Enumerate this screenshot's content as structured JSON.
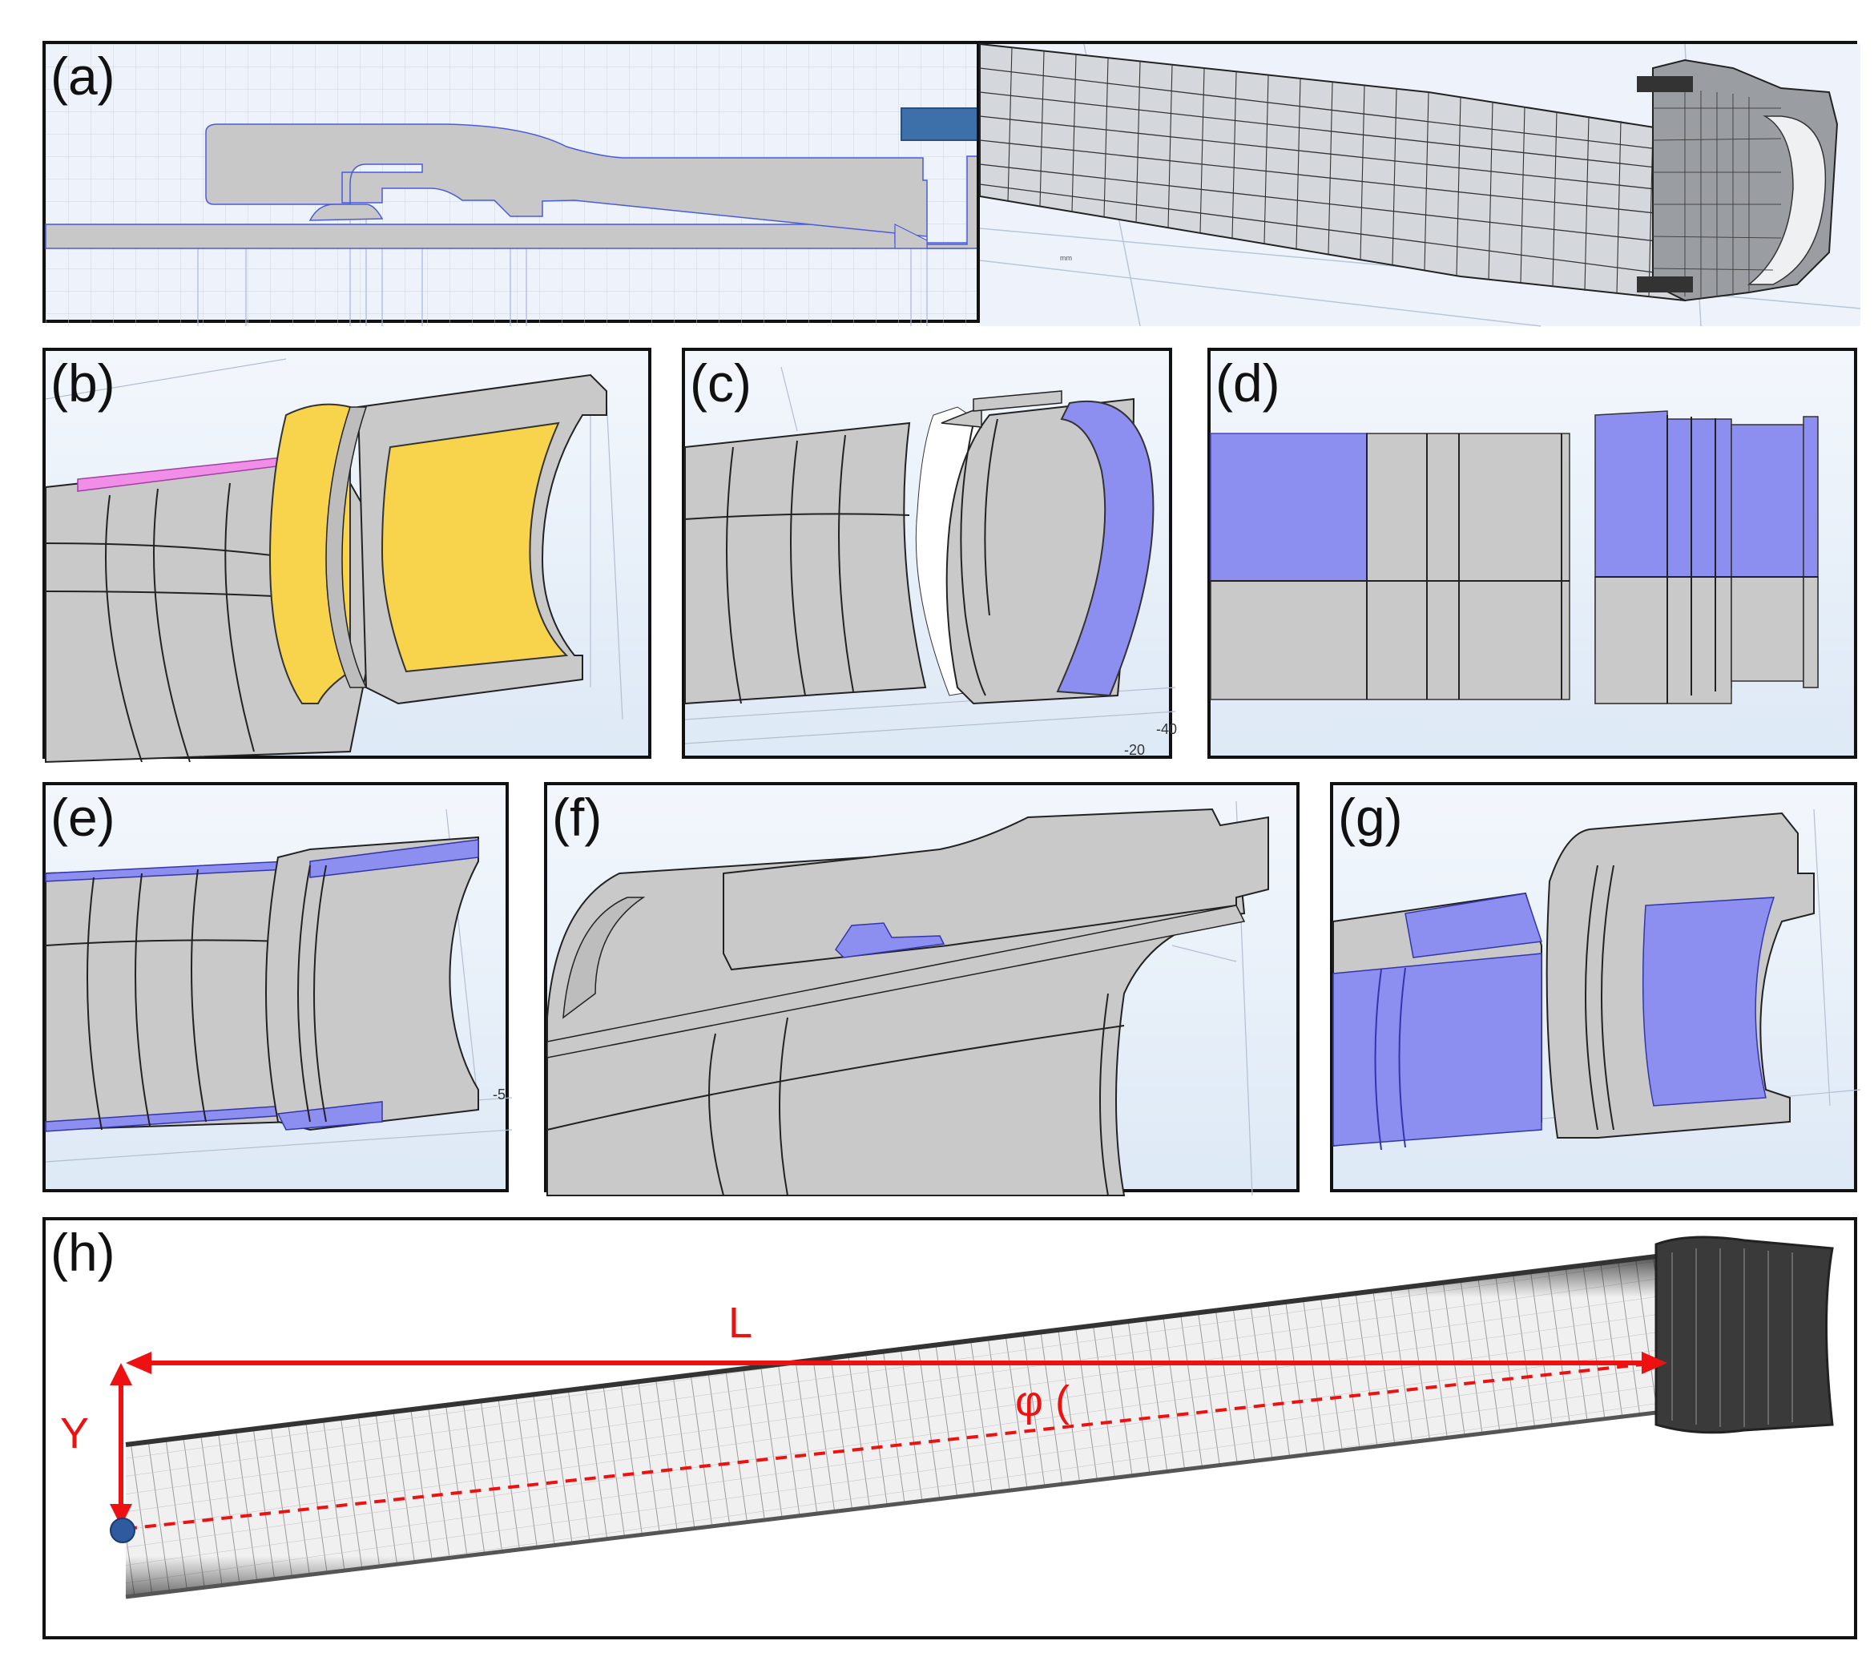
{
  "panels": {
    "a": {
      "label": "(a)"
    },
    "b": {
      "label": "(b)"
    },
    "c": {
      "label": "(c)",
      "tick1": "-40",
      "tick2": "-20"
    },
    "d": {
      "label": "(d)"
    },
    "e": {
      "label": "(e)",
      "tick1": "-5"
    },
    "f": {
      "label": "(f)"
    },
    "g": {
      "label": "(g)"
    },
    "h": {
      "label": "(h)",
      "length_label": "L",
      "offset_label": "Y",
      "angle_label": "φ ("
    }
  },
  "colors": {
    "gray_body": "#c8c8c8",
    "highlight_pink": "#f08ee8",
    "highlight_yellow": "#f7d44c",
    "highlight_blue": "#8c8ef0",
    "annotation_red": "#ee1111",
    "arrow_blue": "#3d6fa8"
  }
}
